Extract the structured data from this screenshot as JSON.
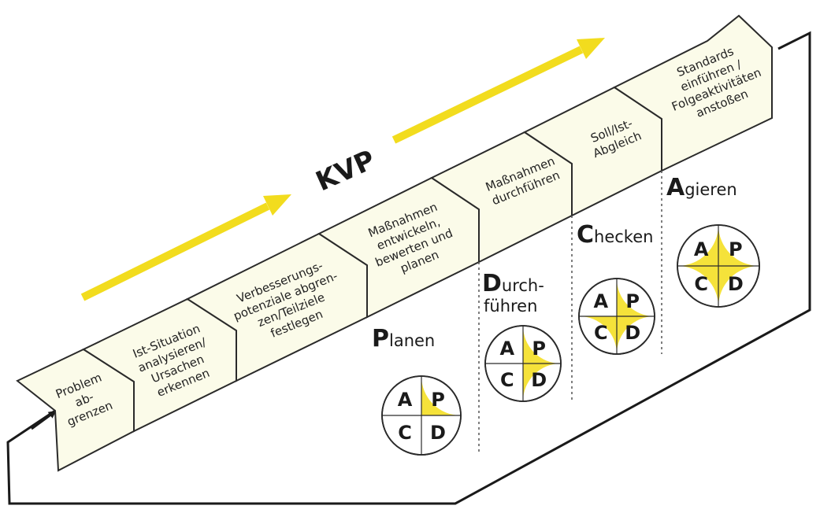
{
  "title": "KVP",
  "colors": {
    "band_fill": "#fbfbe9",
    "accent_yellow": "#f5e23a",
    "arrow_yellow": "#f2dc1e",
    "outline": "#2a2a2a"
  },
  "steps": [
    {
      "label_lines": [
        "Problem",
        "ab-",
        "grenzen"
      ]
    },
    {
      "label_lines": [
        "Ist-Situation",
        "analysieren/",
        "Ursachen",
        "erkennen"
      ]
    },
    {
      "label_lines": [
        "Verbesserungs-",
        "potenziale abgren-",
        "zen/Teilziele",
        "festlegen"
      ]
    },
    {
      "label_lines": [
        "Maßnahmen",
        "entwickeln,",
        "bewerten und",
        "planen"
      ]
    },
    {
      "label_lines": [
        "Maßnahmen",
        "durchführen"
      ]
    },
    {
      "label_lines": [
        "Soll/Ist-",
        "Abgleich"
      ]
    },
    {
      "label_lines": [
        "Standards",
        "einführen /",
        "Folgeaktivitäten",
        "anstoßen"
      ]
    }
  ],
  "phases": [
    {
      "cap": "P",
      "rest_lines": [
        "lanen"
      ],
      "active": "P"
    },
    {
      "cap": "D",
      "rest_lines": [
        "urch-",
        "führen"
      ],
      "active": "D"
    },
    {
      "cap": "C",
      "rest_lines": [
        "hecken"
      ],
      "active": "C"
    },
    {
      "cap": "A",
      "rest_lines": [
        "gieren"
      ],
      "active": "A"
    }
  ],
  "pdca_quadrants": [
    "A",
    "P",
    "C",
    "D"
  ]
}
